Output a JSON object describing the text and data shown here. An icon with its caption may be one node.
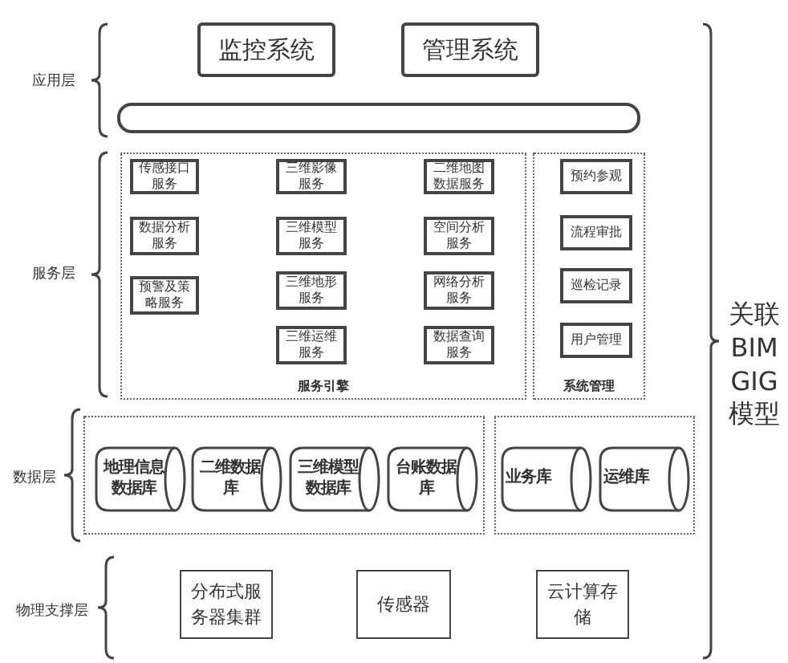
{
  "diagram": {
    "nodes": [
      {
        "text": [
          "监控系统"
        ]
      },
      {
        "text": [
          "管理系统"
        ]
      },
      {
        "text": [],
        "shape": "bar"
      },
      {
        "text": [
          "服务引擎"
        ]
      },
      {
        "text": [
          "传感接口服务"
        ],
        "in": 3
      },
      {
        "text": [
          "三维影像服务"
        ],
        "in": 3
      },
      {
        "text": [
          "二维地图数据服务"
        ],
        "in": 3
      },
      {
        "text": [
          "数据分析服务"
        ],
        "in": 3
      },
      {
        "text": [
          "三维模型服务"
        ],
        "in": 3
      },
      {
        "text": [
          "空间分析服务"
        ],
        "in": 3
      },
      {
        "text": [
          "预警及策略服务"
        ],
        "in": 3
      },
      {
        "text": [
          "三维地形服务"
        ],
        "in": 3
      },
      {
        "text": [
          "网络分析服务"
        ],
        "in": 3
      },
      {
        "text": [
          "三维运维服务"
        ],
        "in": 3
      },
      {
        "text": [
          "数据查询服务"
        ],
        "in": 3
      },
      {
        "text": [
          "系统管理"
        ]
      },
      {
        "text": [
          "预约参观"
        ],
        "in": 15
      },
      {
        "text": [
          "流程审批"
        ],
        "in": 15
      },
      {
        "text": [
          "巡检记录"
        ],
        "in": 15
      },
      {
        "text": [
          "用户管理"
        ],
        "in": 15
      },
      {
        "text": [],
        "shape": "box"
      },
      {
        "text": [
          "地理信息数据库"
        ],
        "in": 20
      },
      {
        "text": [
          "二维数据库"
        ],
        "in": 20
      },
      {
        "text": [
          "三维模型数据库"
        ],
        "in": 20
      },
      {
        "text": [
          "台账数据库"
        ],
        "in": 20
      },
      {
        "text": [],
        "shape": "box"
      },
      {
        "text": [
          "业务库"
        ],
        "in": 25
      },
      {
        "text": [
          "运维库"
        ],
        "in": 25
      },
      {
        "text": [
          "分布式服务器集群"
        ]
      },
      {
        "text": [
          "传感器"
        ]
      },
      {
        "text": [
          "云计算存储"
        ]
      }
    ],
    "edges": [],
    "labels": [
      "应用层",
      "服务层",
      "数据层",
      "物理支撑层",
      "关联BIM GIG模型"
    ]
  }
}
